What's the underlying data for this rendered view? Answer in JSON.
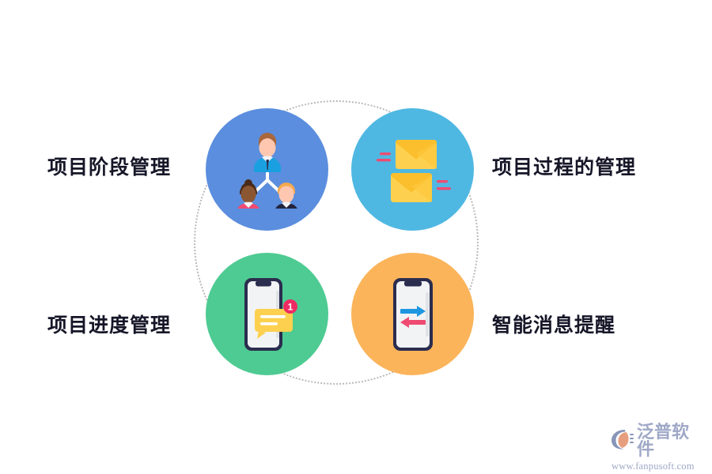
{
  "diagram": {
    "title": "project management feature wheel",
    "background_color": "#ffffff",
    "ring": {
      "style": "dotted",
      "color": "#b9b9b9"
    },
    "nodes": [
      {
        "id": "stage",
        "label": "项目阶段管理",
        "label_side": "left",
        "circle_color": "#5b8ede",
        "icon": "people-org-chart-icon",
        "icon_colors": {
          "leader_shirt": "#1aa0e0",
          "leader_hair": "#a9673b",
          "skin_light": "#ffc7b0",
          "skin_dark": "#7a4a2a",
          "left_person_top": "#ef4b72",
          "right_person_top": "#23243f",
          "right_person_hair": "#f5a94e",
          "connector": "#ffffff"
        }
      },
      {
        "id": "process",
        "label": "项目过程的管理",
        "label_side": "right",
        "circle_color": "#4fb8e2",
        "icon": "two-envelopes-icon",
        "icon_colors": {
          "envelope_body": "#fdd14f",
          "envelope_flap": "#fbbe2c",
          "speed_lines": "#ef4b72"
        }
      },
      {
        "id": "progress",
        "label": "项目进度管理",
        "label_side": "left",
        "circle_color": "#4ecb92",
        "icon": "phone-chat-notification-icon",
        "icon_colors": {
          "phone_frame": "#2b2d4f",
          "phone_screen": "#f2f3f5",
          "chat_bubble": "#fdd14f",
          "badge": "#ef2b63",
          "badge_text": "#ffffff",
          "chat_lines": "#ffffff"
        },
        "badge_count": "1"
      },
      {
        "id": "message",
        "label": "智能消息提醒",
        "label_side": "right",
        "circle_color": "#fbb45a",
        "icon": "phone-transfer-arrows-icon",
        "icon_colors": {
          "phone_frame": "#2b2d4f",
          "phone_screen": "#f2f3f5",
          "arrow_right": "#1f96e0",
          "arrow_left": "#ef4b72"
        }
      }
    ]
  },
  "watermark": {
    "brand": "泛普软件",
    "url": "www.fanpusoft.com",
    "color": "#9aa4c4",
    "mark_colors": {
      "arc": "#8290b5",
      "leaf": "#e59a78"
    }
  }
}
